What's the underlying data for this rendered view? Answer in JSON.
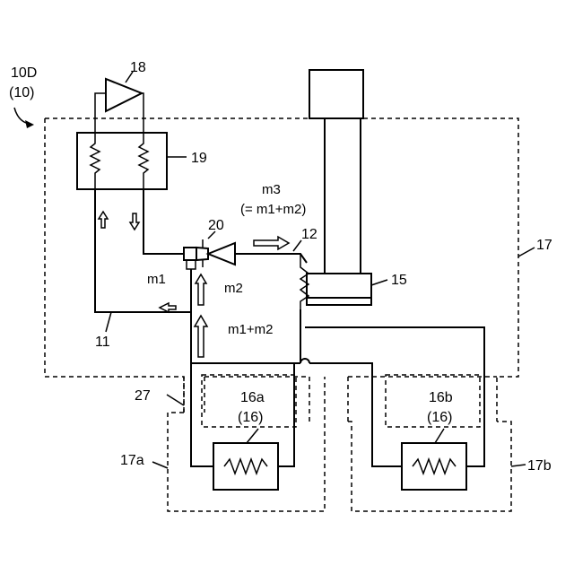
{
  "labels": {
    "system_id": "10D",
    "system_paren": "(10)",
    "pump": "18",
    "heat_exchanger": "19",
    "ejector": "20",
    "pipe_main": "11",
    "pipe_junction": "12",
    "device": "15",
    "enclosure": "17",
    "enclosure_a": "17a",
    "enclosure_b": "17b",
    "partition": "27",
    "heater_a_id": "16a",
    "heater_a_paren": "(16)",
    "heater_b_id": "16b",
    "heater_b_paren": "(16)"
  },
  "flows": {
    "m1": "m1",
    "m2": "m2",
    "m1_plus_m2": "m1+m2",
    "m3_name": "m3",
    "m3_formula": "(= m1+m2)"
  }
}
